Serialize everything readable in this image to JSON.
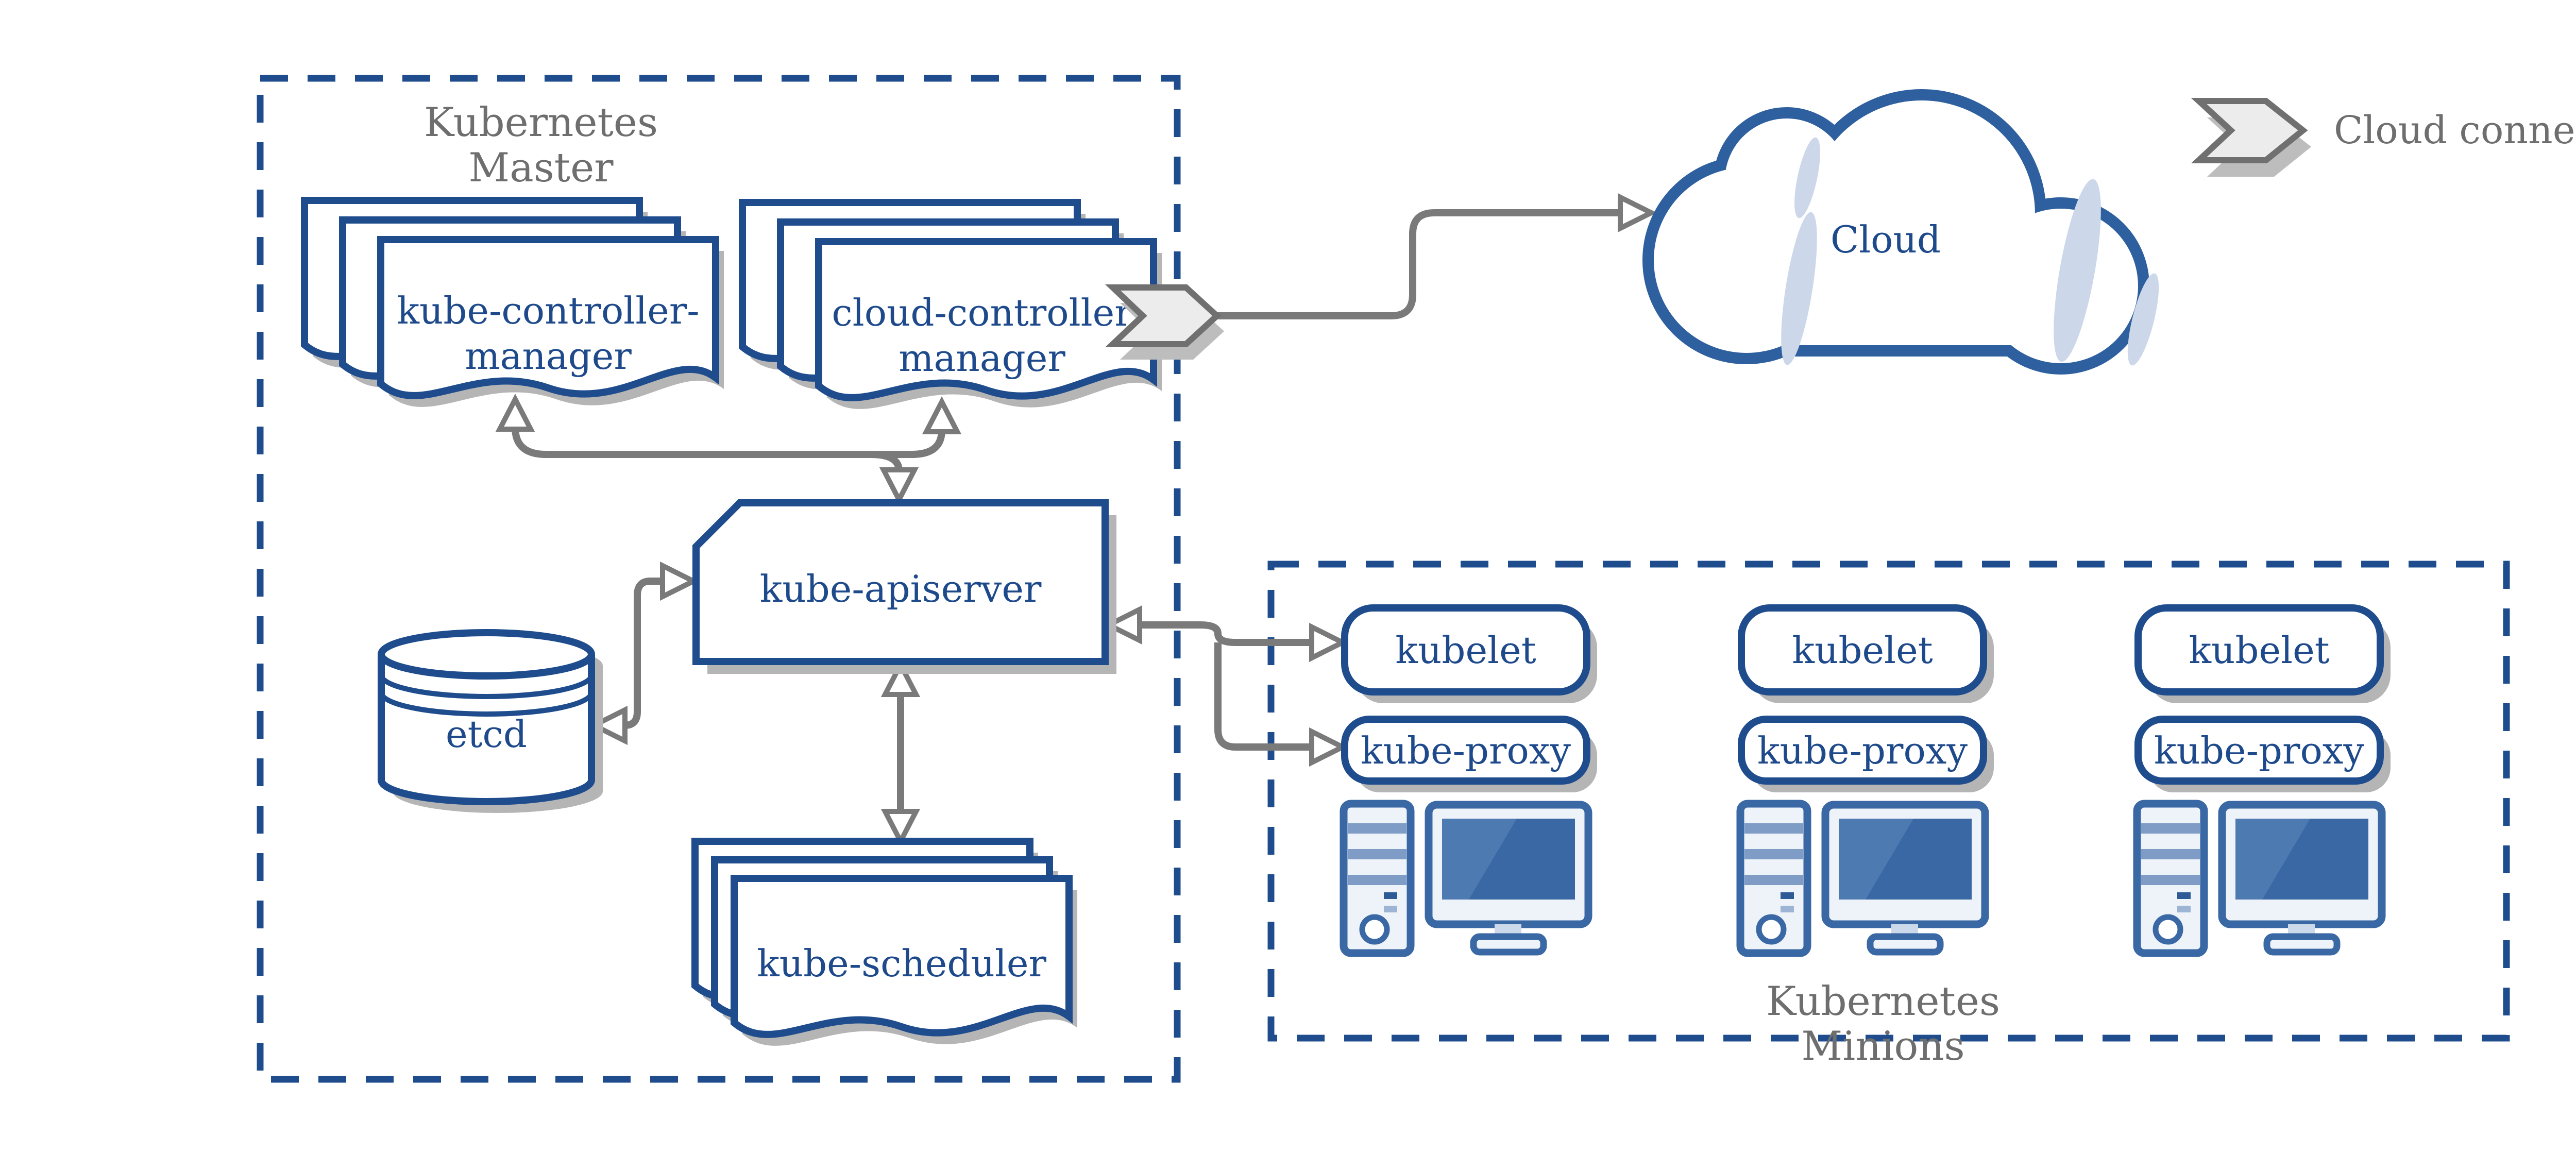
{
  "diagram": {
    "master": {
      "title_line1": "Kubernetes",
      "title_line2": "Master",
      "kube_controller_manager": {
        "line1": "kube-controller-",
        "line2": "manager"
      },
      "cloud_controller_manager": {
        "line1": "cloud-controller",
        "line2": "manager"
      },
      "kube_apiserver": "kube-apiserver",
      "etcd": "etcd",
      "kube_scheduler": "kube-scheduler"
    },
    "cloud": "Cloud",
    "legend": {
      "cloud_connector": "Cloud connector"
    },
    "minions": {
      "title_line1": "Kubernetes",
      "title_line2": "Minions",
      "nodes": [
        {
          "kubelet": "kubelet",
          "kube_proxy": "kube-proxy"
        },
        {
          "kubelet": "kubelet",
          "kube_proxy": "kube-proxy"
        },
        {
          "kubelet": "kubelet",
          "kube_proxy": "kube-proxy"
        }
      ]
    },
    "colors": {
      "primary_blue": "#1e4c8d",
      "text_blue": "#1e4a8c",
      "label_gray": "#6e6e6e",
      "arrow_gray": "#7a7a7a",
      "shadow_gray": "#b5b5b5",
      "chevron_fill": "#ececec",
      "chevron_border": "#707070",
      "cloud_border": "#2e5f9e",
      "cloud_highlight": "#ccd8e9",
      "computer_blue": "#3a68a4",
      "computer_light": "#edf3f9"
    }
  }
}
